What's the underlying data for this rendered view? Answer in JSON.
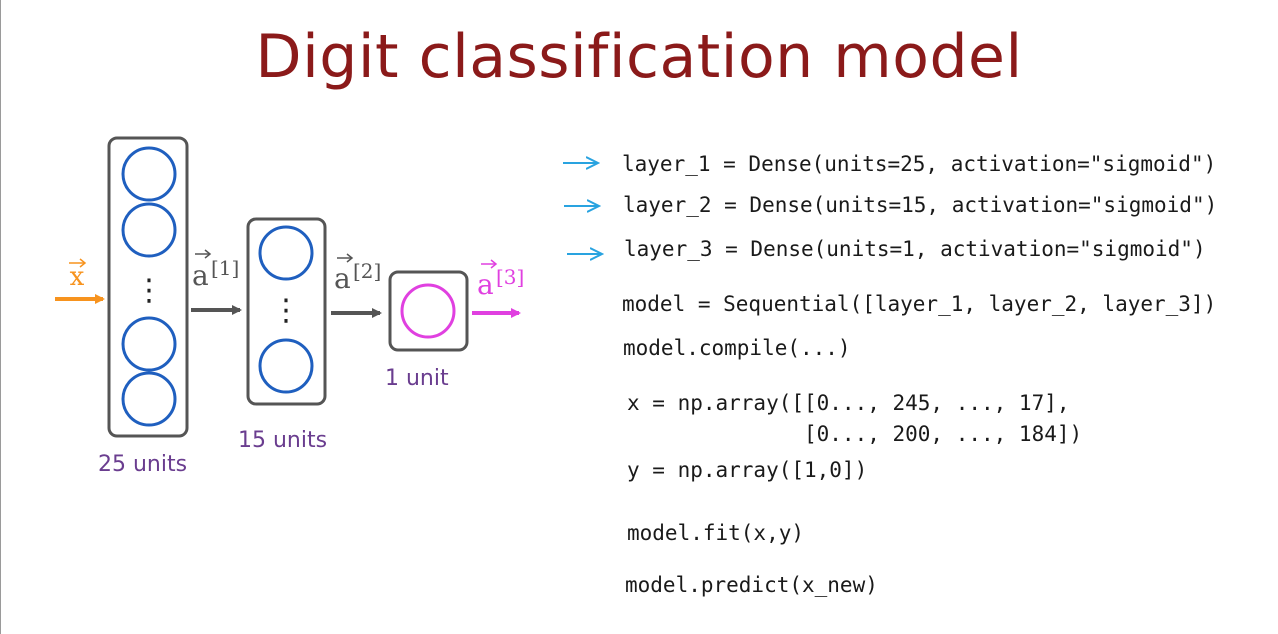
{
  "title": "Digit classification model",
  "diagram": {
    "input_label": "x",
    "layers": [
      {
        "label": "25 units",
        "activation_label": "a",
        "activation_superscript": "[1]"
      },
      {
        "label": "15 units",
        "activation_label": "a",
        "activation_superscript": "[2]"
      },
      {
        "label": "1 unit",
        "activation_label": "a",
        "activation_superscript": "[3]"
      }
    ],
    "ellipsis": "⋮",
    "colors": {
      "input": "#f7931e",
      "hidden_neuron": "#1f5fbf",
      "output_neuron": "#e040e0",
      "arrow": "#555555",
      "layer_box": "#555555",
      "label": "#6a3d8f",
      "code_arrow": "#29a3e0"
    }
  },
  "code": {
    "lines": [
      "layer_1 = Dense(units=25, activation=\"sigmoid\")",
      "layer_2 = Dense(units=15, activation=\"sigmoid\")",
      "layer_3 = Dense(units=1, activation=\"sigmoid\")",
      "model = Sequential([layer_1, layer_2, layer_3])",
      "model.compile(...)",
      "x = np.array([[0..., 245, ..., 17],",
      "              [0..., 200, ..., 184])",
      "y = np.array([1,0])",
      "model.fit(x,y)",
      "model.predict(x_new)"
    ]
  }
}
